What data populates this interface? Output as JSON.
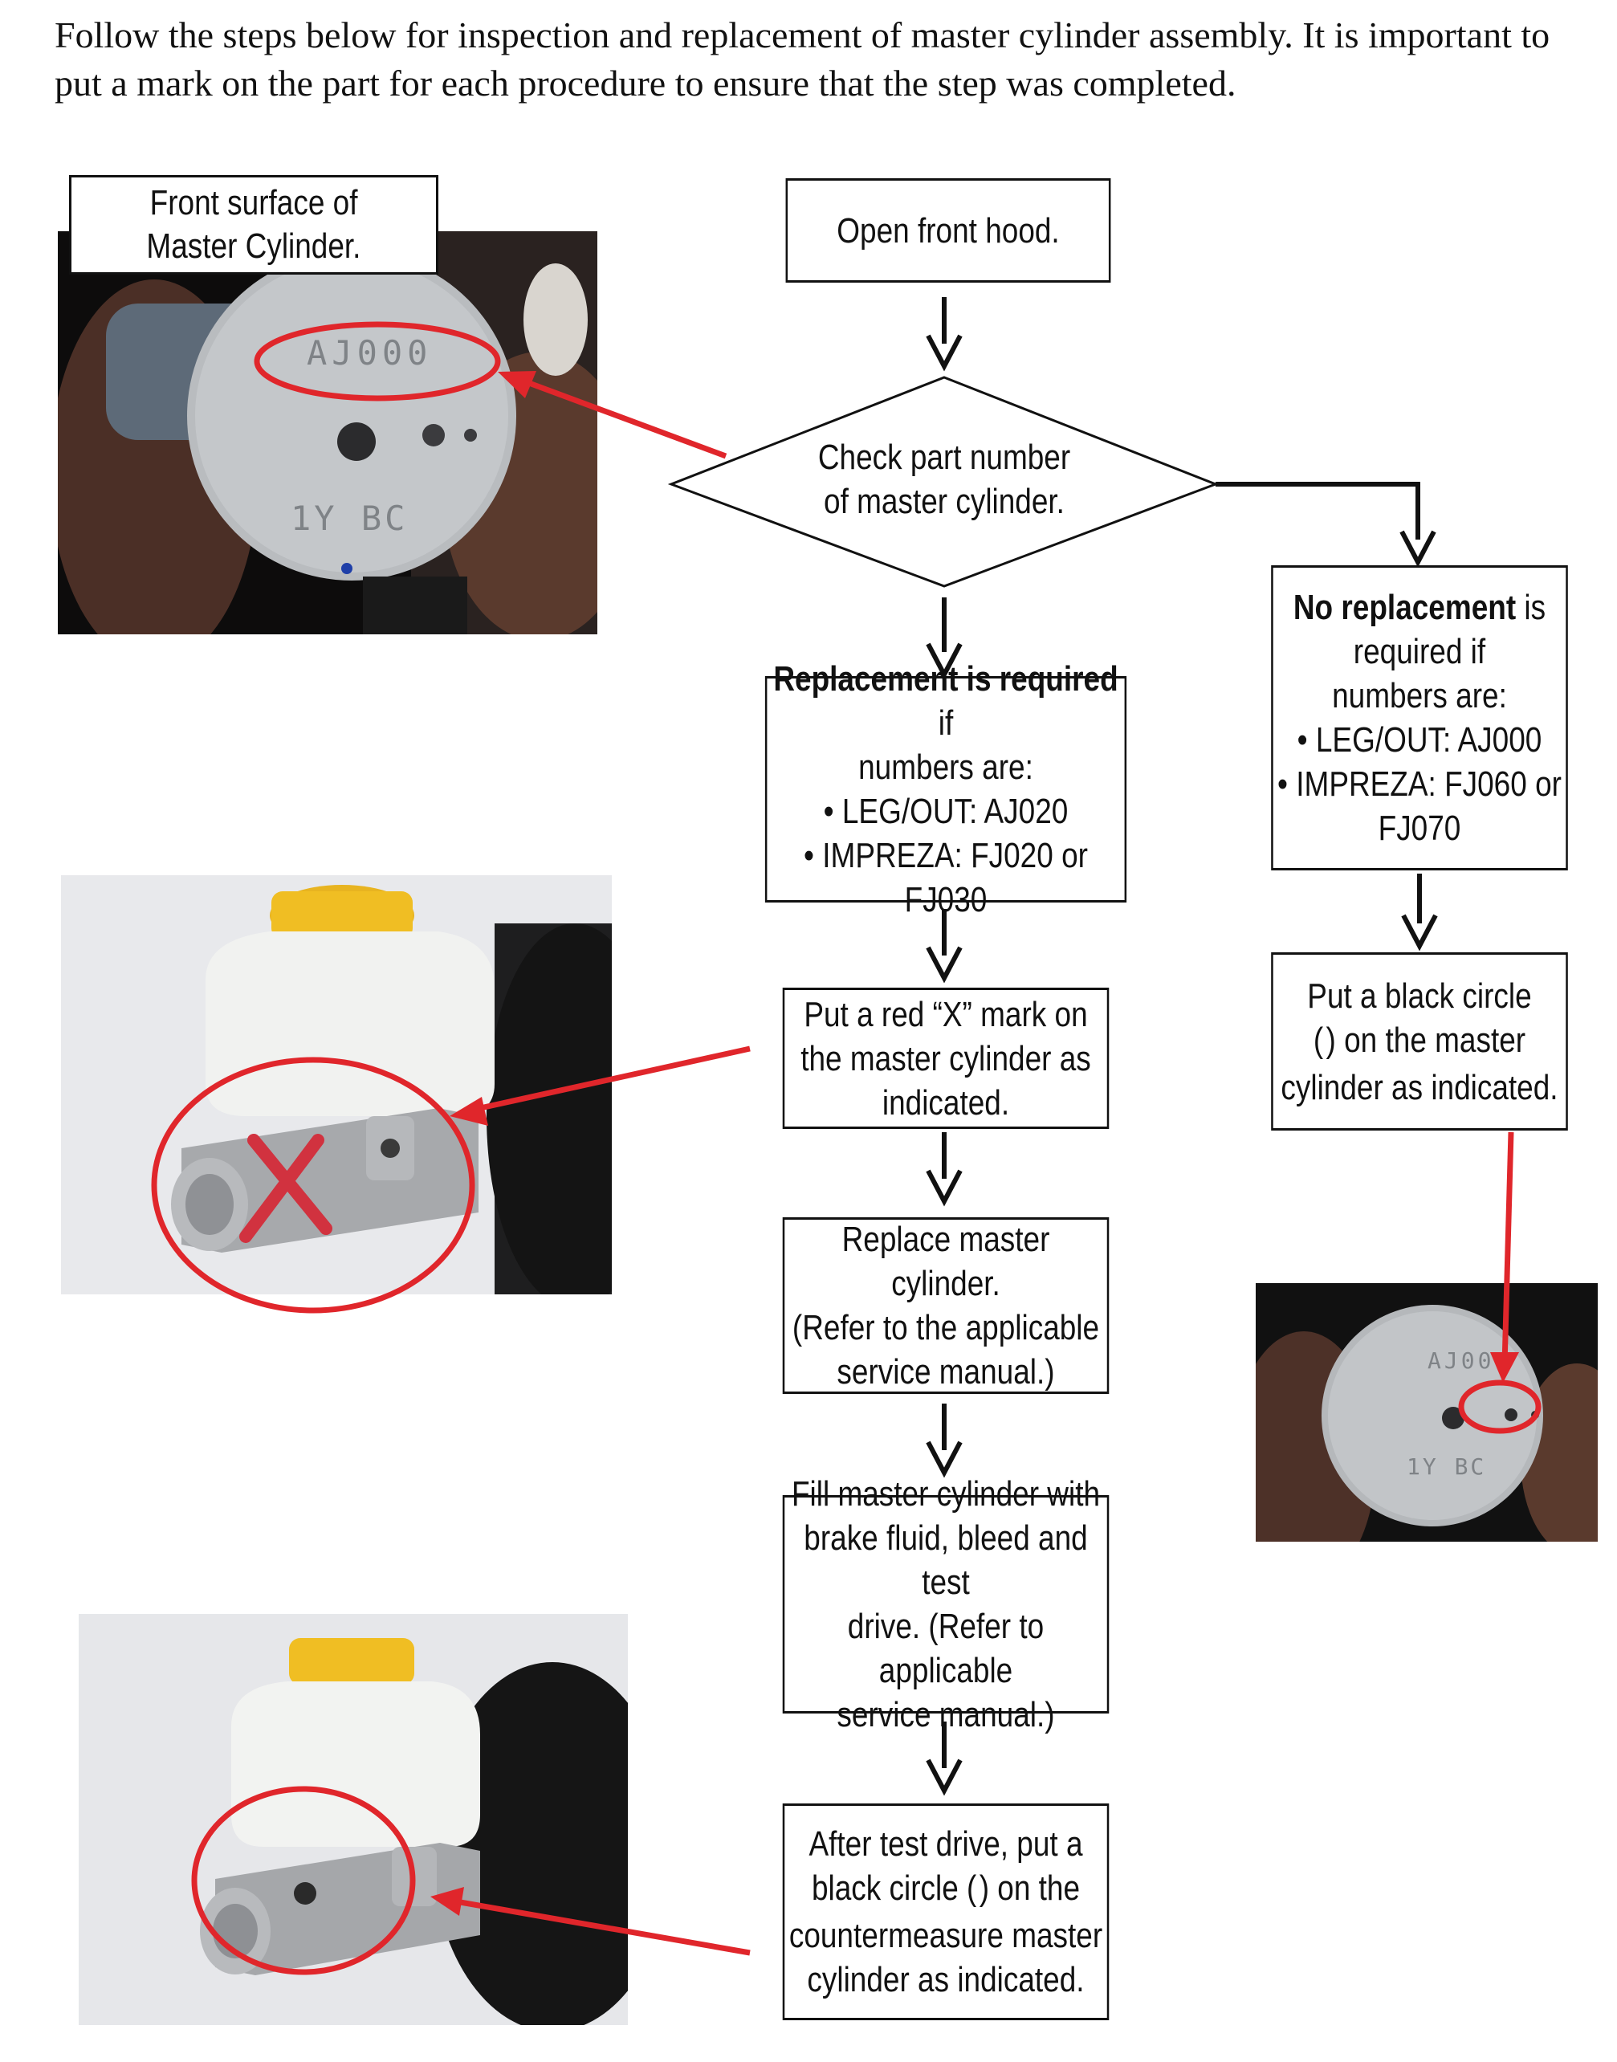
{
  "intro": "Follow the steps below for inspection and replacement of master cylinder assembly. It is important to put a mark on the part for each procedure to ensure that the step was completed.",
  "caption": {
    "line1": "Front surface of",
    "line2": "Master Cylinder."
  },
  "photo_labels": {
    "code_top": "AJ000",
    "code_bottom": "1Y BC",
    "code_small_top": "AJ00",
    "code_small_bottom": "1Y BC"
  },
  "steps": {
    "open_hood": "Open front hood.",
    "check": {
      "line1": "Check part number",
      "line2": "of master cylinder."
    },
    "replace_required": {
      "bold": "Replacement is required",
      "rest": " if",
      "line2": "numbers are:",
      "line3": "• LEG/OUT: AJ020",
      "line4": "• IMPREZA: FJ020 or FJ030"
    },
    "no_replacement": {
      "bold": "No replacement",
      "rest": " is",
      "line2": "required if",
      "line3": "numbers are:",
      "line4": "• LEG/OUT: AJ000",
      "line5": "• IMPREZA: FJ060 or",
      "line6": "FJ070"
    },
    "red_x": {
      "line1": "Put a red “X” mark on",
      "line2": "the master cylinder as",
      "line3": "indicated."
    },
    "black_circle": {
      "line1": "Put a black circle",
      "pre": "(",
      "post": ") on the master",
      "line3": "cylinder as indicated."
    },
    "replace_cyl": {
      "line1": "Replace master cylinder.",
      "line2": "(Refer to the applicable",
      "line3": "service manual.)"
    },
    "fill": {
      "line1": "Fill master cylinder with",
      "line2": "brake fluid, bleed and test",
      "line3": "drive. (Refer to applicable",
      "line4": "service manual.)"
    },
    "after_test": {
      "line1": "After test drive, put a",
      "pre": "black circle (",
      "post": ") on the",
      "line3": "countermeasure master",
      "line4": "cylinder as indicated."
    }
  },
  "colors": {
    "arrow_red": "#e0262b",
    "flow_black": "#111111",
    "marker_red": "#d92a35"
  }
}
